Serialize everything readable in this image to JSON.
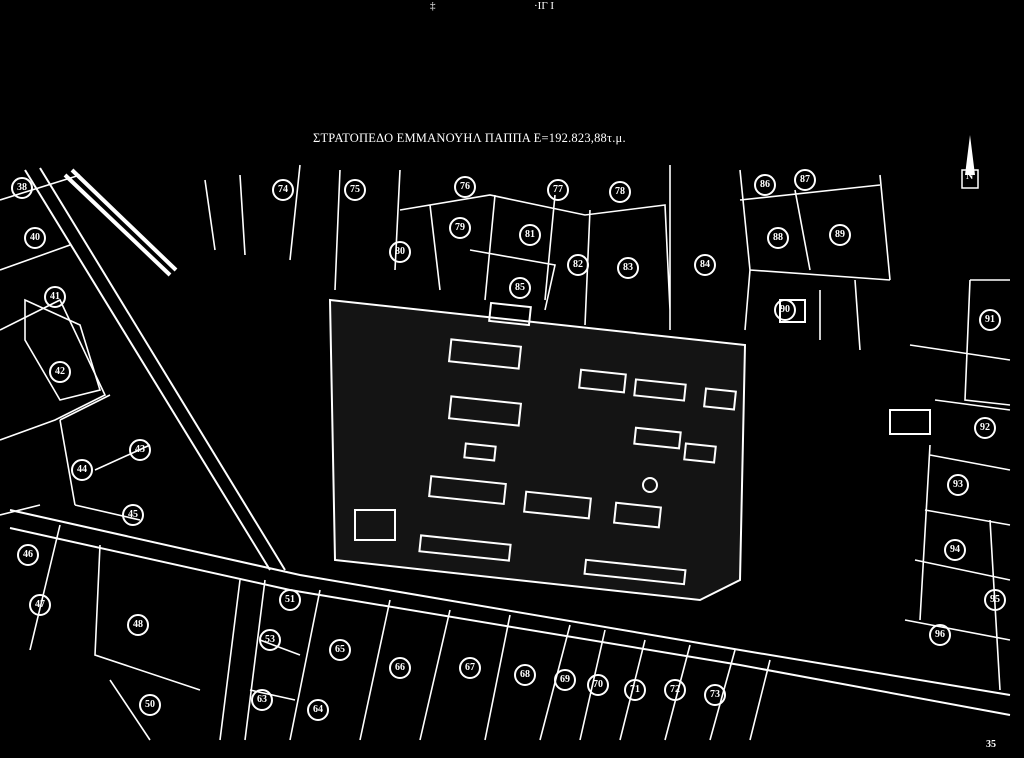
{
  "header": {
    "mark_left": "‡",
    "mark_right": "·ΙΓ Ι"
  },
  "map": {
    "title": "ΣΤΡΑΤΟΠΕΔΟ ΕΜΜΑΝΟΥΗΛ ΠΑΠΠΑ  Ε=192.823,88τ.μ.",
    "north_arrow_label": "N",
    "parcels": [
      "38",
      "40",
      "41",
      "42",
      "43",
      "44",
      "45",
      "46",
      "47",
      "48",
      "50",
      "51",
      "53",
      "63",
      "64",
      "65",
      "66",
      "67",
      "68",
      "69",
      "70",
      "71",
      "72",
      "73",
      "74",
      "75",
      "76",
      "77",
      "78",
      "79",
      "80",
      "81",
      "82",
      "83",
      "84",
      "85",
      "86",
      "87",
      "88",
      "89",
      "90",
      "91",
      "92",
      "93",
      "94",
      "95",
      "96"
    ]
  },
  "page": {
    "number": "35"
  }
}
